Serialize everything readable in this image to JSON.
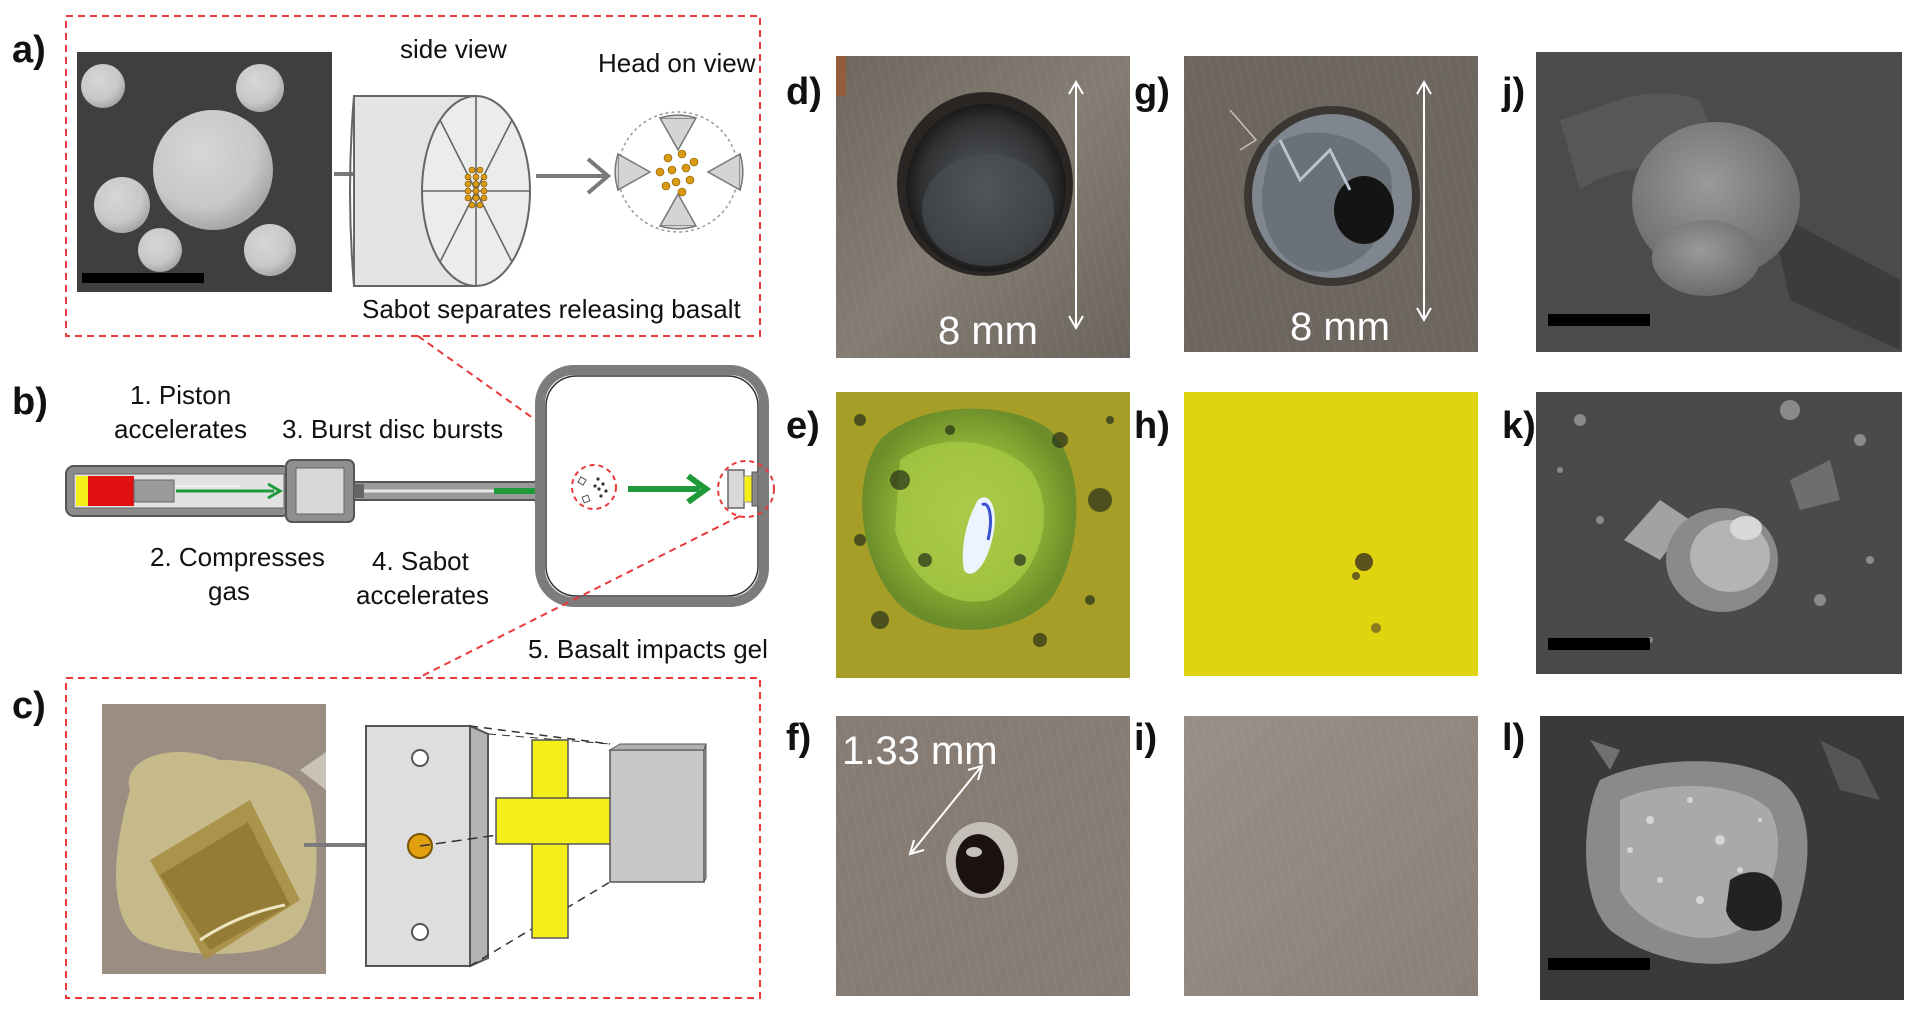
{
  "panels": {
    "a": "a)",
    "b": "b)",
    "c": "c)",
    "d": "d)",
    "e": "e)",
    "f": "f)",
    "g": "g)",
    "h": "h)",
    "i": "i)",
    "j": "j)",
    "k": "k)",
    "l": "l)"
  },
  "panel_a": {
    "side_view": "side view",
    "head_on_view": "Head on view",
    "caption": "Sabot separates releasing basalt"
  },
  "panel_b": {
    "step1_line1": "1. Piston",
    "step1_line2": "accelerates",
    "step2_line1": "2. Compresses",
    "step2_line2": "gas",
    "step3": "3. Burst disc bursts",
    "step4_line1": "4. Sabot",
    "step4_line2": "accelerates",
    "step5": "5. Basalt impacts gel"
  },
  "photos": {
    "d_measure": "8 mm",
    "g_measure": "8 mm",
    "f_measure": "1.33 mm"
  },
  "colors": {
    "dashed_box": "#e83a3a",
    "arrow_green": "#1f9a3a",
    "piston_red": "#e01010",
    "target_yellow": "#f5ee1a",
    "particle_gold": "#d99a14",
    "sem_grey": "#4a4a4a"
  }
}
